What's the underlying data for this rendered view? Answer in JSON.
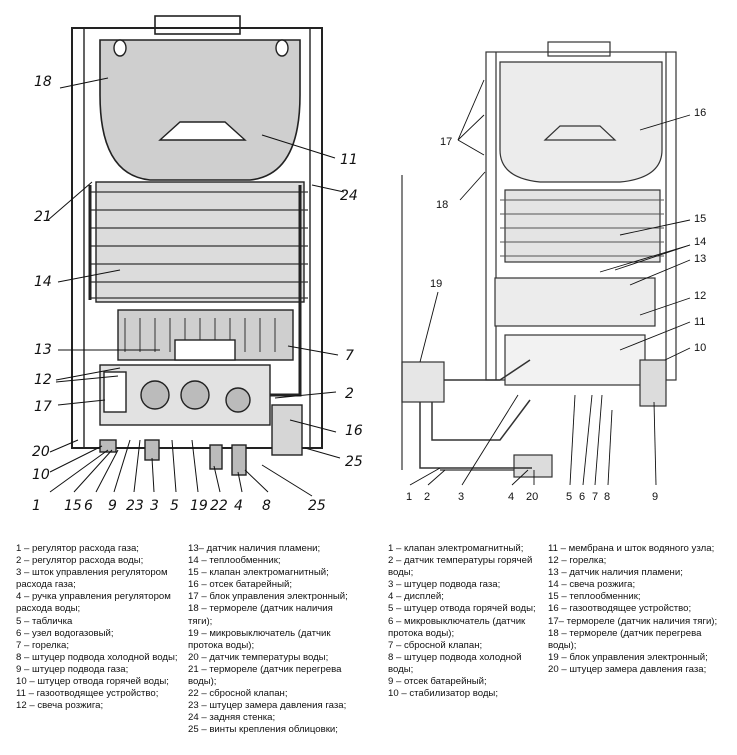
{
  "left_callouts": [
    "18",
    "11",
    "24",
    "21",
    "14",
    "13",
    "12",
    "17",
    "7",
    "2",
    "16",
    "25",
    "20",
    "10",
    "1",
    "15",
    "6",
    "9",
    "23",
    "3",
    "5",
    "19",
    "22",
    "4",
    "8",
    "25"
  ],
  "right_callouts": [
    "17",
    "16",
    "18",
    "15",
    "14",
    "13",
    "12",
    "19",
    "11",
    "10",
    "1",
    "2",
    "3",
    "4",
    "20",
    "5",
    "6",
    "7",
    "8",
    "9"
  ],
  "legend": {
    "col1": [
      "1 – регулятор расхода газа;",
      "2 – регулятор расхода воды;",
      "3 – шток управления регулятором расхода газа;",
      "4 – ручка управления регулятором расхода воды;",
      "5 – табличка",
      "6 – узел водогазовый;",
      "7 – горелка;",
      "8 – штуцер подвода холодной воды;",
      "9 – штуцер подвода газа;",
      "10 – штуцер отвода горячей воды;",
      "11 – газоотводящее устройство;",
      "12 – свеча розжига;"
    ],
    "col2": [
      "13– датчик наличия пламени;",
      "14 – теплообменник;",
      "15 – клапан электромагнитный;",
      "16 – отсек батарейный;",
      "17 – блок управления электронный;",
      "18 – термореле (датчик наличия тяги);",
      "19 – микровыключатель (датчик протока воды);",
      "20 – датчик температуры воды;",
      "21 – термореле (датчик перегрева воды);",
      "22 – сбросной клапан;",
      "23 – штуцер замера давления газа;",
      "24 – задняя стенка;",
      "25 – винты крепления облицовки;"
    ],
    "col3": [
      "1 – клапан электромагнитный;",
      "2 – датчик температуры горячей воды;",
      "3 – штуцер подвода газа;",
      "4 – дисплей;",
      "5 – штуцер отвода горячей воды;",
      "6 – микровыключатель (датчик протока воды);",
      "7 – сбросной клапан;",
      "8 – штуцер подвода холодной воды;",
      "9 – отсек батарейный;",
      "10 – стабилизатор воды;"
    ],
    "col4": [
      "11 – мембрана и шток водяного узла;",
      "12 – горелка;",
      "13 – датчик наличия пламени;",
      "14 – свеча розжига;",
      "15 – теплообменник;",
      "16 – газоотводящее устройство;",
      "17– термореле (датчик наличия тяги);",
      "18 – термореле (датчик перегрева воды);",
      "19 – блок управления электронный;",
      "20 – штуцер замера давления газа;"
    ]
  }
}
